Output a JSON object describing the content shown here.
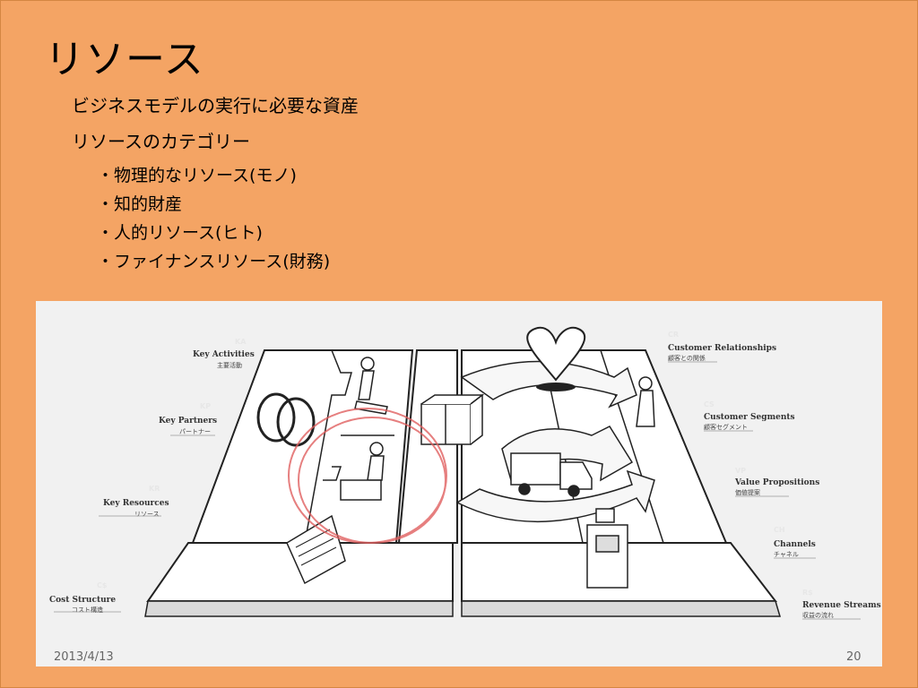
{
  "slide": {
    "title": "リソース",
    "line1": "ビジネスモデルの実行に必要な資産",
    "line2": "リソースのカテゴリー",
    "bullets": [
      "・物理的なリソース(モノ)",
      "・知的財産",
      "・人的リソース(ヒト)",
      "・ファイナンスリソース(財務)"
    ],
    "footer_date": "2013/4/13",
    "page_number": "20"
  },
  "figure": {
    "left_labels": [
      {
        "code": "KA",
        "en": "Key Activities",
        "jp": "主要活動"
      },
      {
        "code": "KP",
        "en": "Key Partners",
        "jp": "パートナー"
      },
      {
        "code": "KR",
        "en": "Key Resources",
        "jp": "リソース"
      },
      {
        "code": "C$",
        "en": "Cost Structure",
        "jp": "コスト構造"
      }
    ],
    "right_labels": [
      {
        "code": "CR",
        "en": "Customer Relationships",
        "jp": "顧客との関係"
      },
      {
        "code": "CS",
        "en": "Customer Segments",
        "jp": "顧客セグメント"
      },
      {
        "code": "VP",
        "en": "Value Propositions",
        "jp": "価値提案"
      },
      {
        "code": "CH",
        "en": "Channels",
        "jp": "チャネル"
      },
      {
        "code": "R$",
        "en": "Revenue Streams",
        "jp": "収益の流れ"
      }
    ],
    "colors": {
      "background": "#F4A464",
      "highlight": "#E06060",
      "canvas": "#F1F1F1"
    }
  }
}
